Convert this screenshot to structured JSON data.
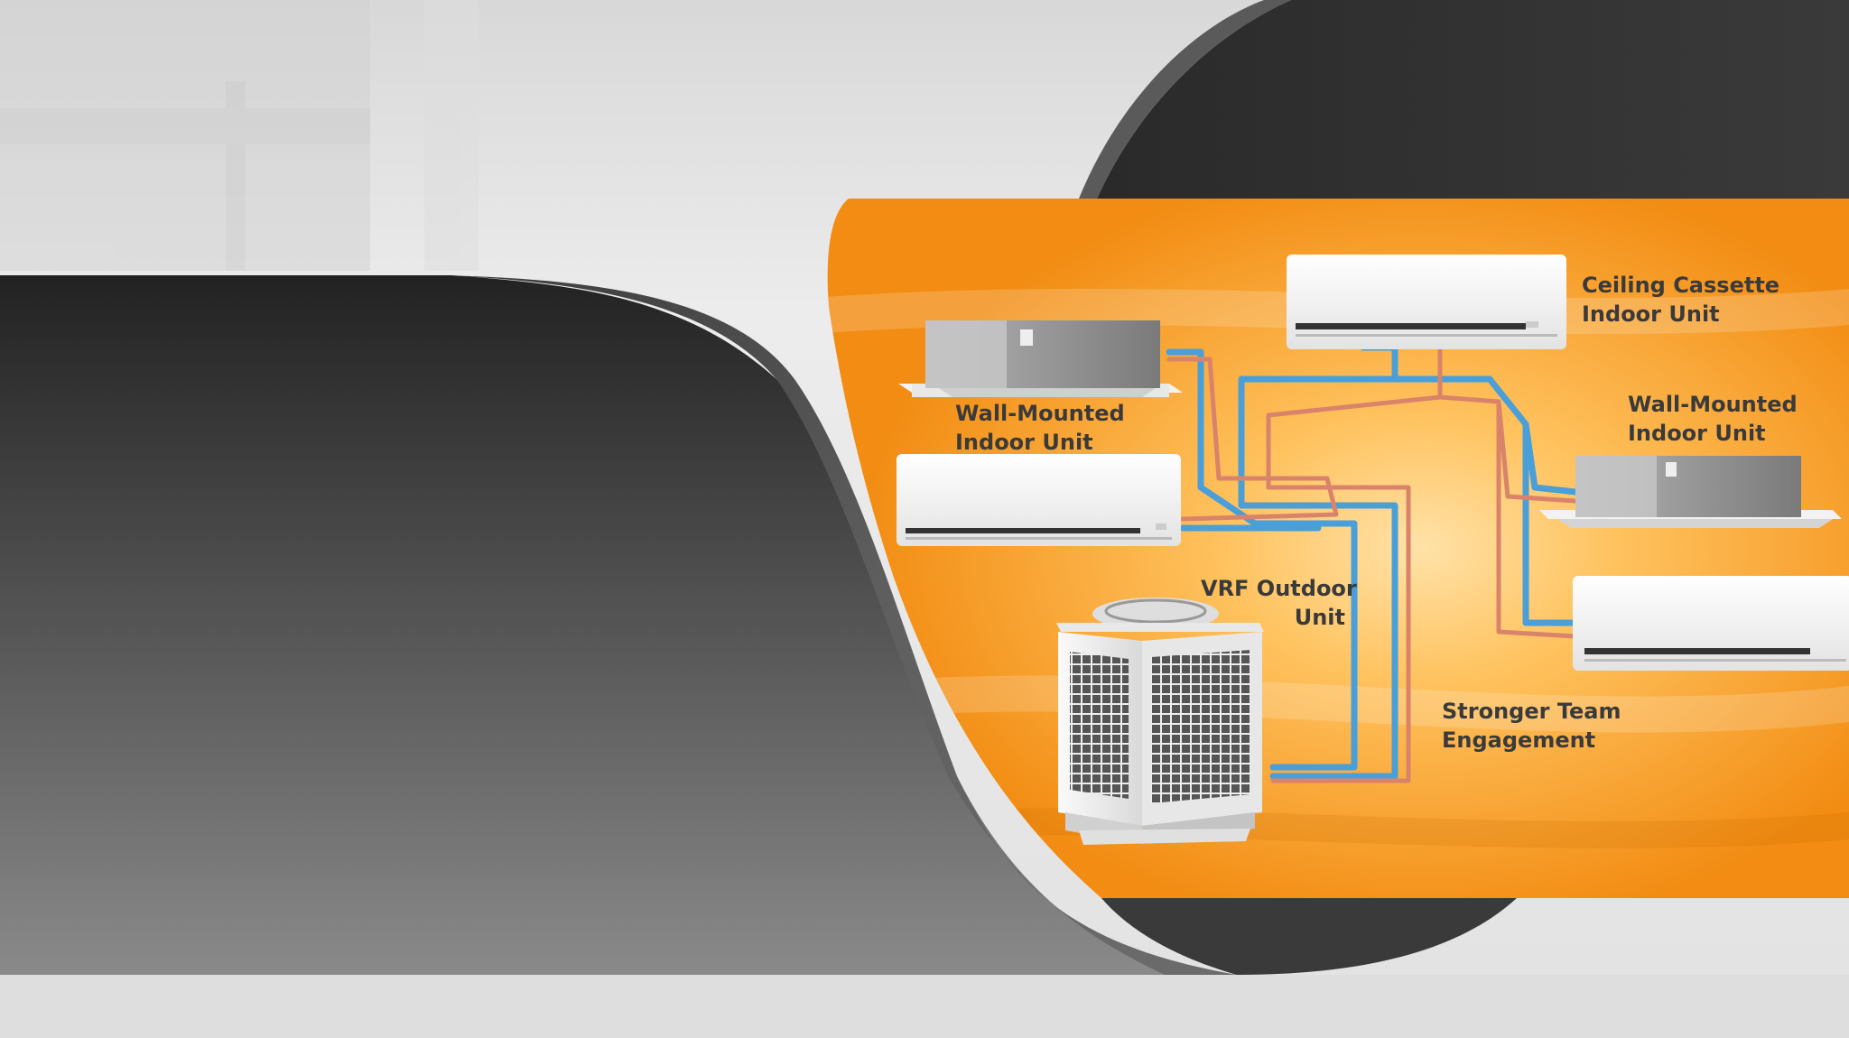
{
  "labels": {
    "ceiling_cassette": [
      "Ceiling Cassette",
      "Indoor Unit"
    ],
    "wall_mounted_left": [
      "Wall-Mounted",
      "Indoor Unit"
    ],
    "wall_mounted_right": [
      "Wall-Mounted",
      "Indoor Unit"
    ],
    "vrf_outdoor": [
      "VRF Outdoor",
      "Unit"
    ],
    "team_engagement": [
      "Stronger Team",
      "Engagement"
    ]
  },
  "colors": {
    "panel_orange": "#f7941d",
    "panel_orange_light": "#ffd38a",
    "dark_shape": "#2e2e2e",
    "background_gray": "#e9e9e9",
    "pipe_blue": "#4a9fd8",
    "pipe_copper": "#d9846a",
    "label_text": "#3a3a3a"
  }
}
